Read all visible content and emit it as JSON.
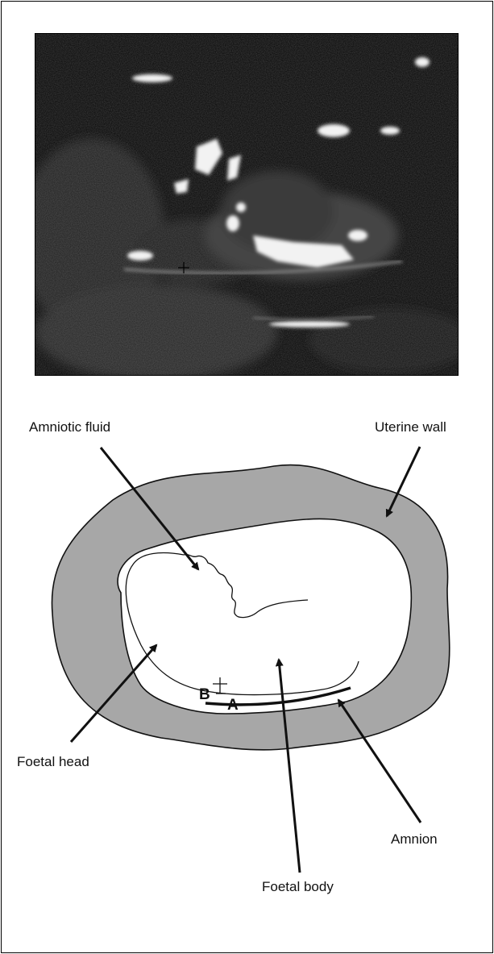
{
  "labels": {
    "amniotic_fluid": "Amniotic fluid",
    "uterine_wall": "Uterine wall",
    "foetal_head": "Foetal head",
    "amnion": "Amnion",
    "foetal_body": "Foetal body",
    "marker_a": "A",
    "marker_b": "B"
  },
  "colors": {
    "uterine_wall_fill": "#a7a7a7",
    "ultrasound_background": "#0b0b0b"
  }
}
